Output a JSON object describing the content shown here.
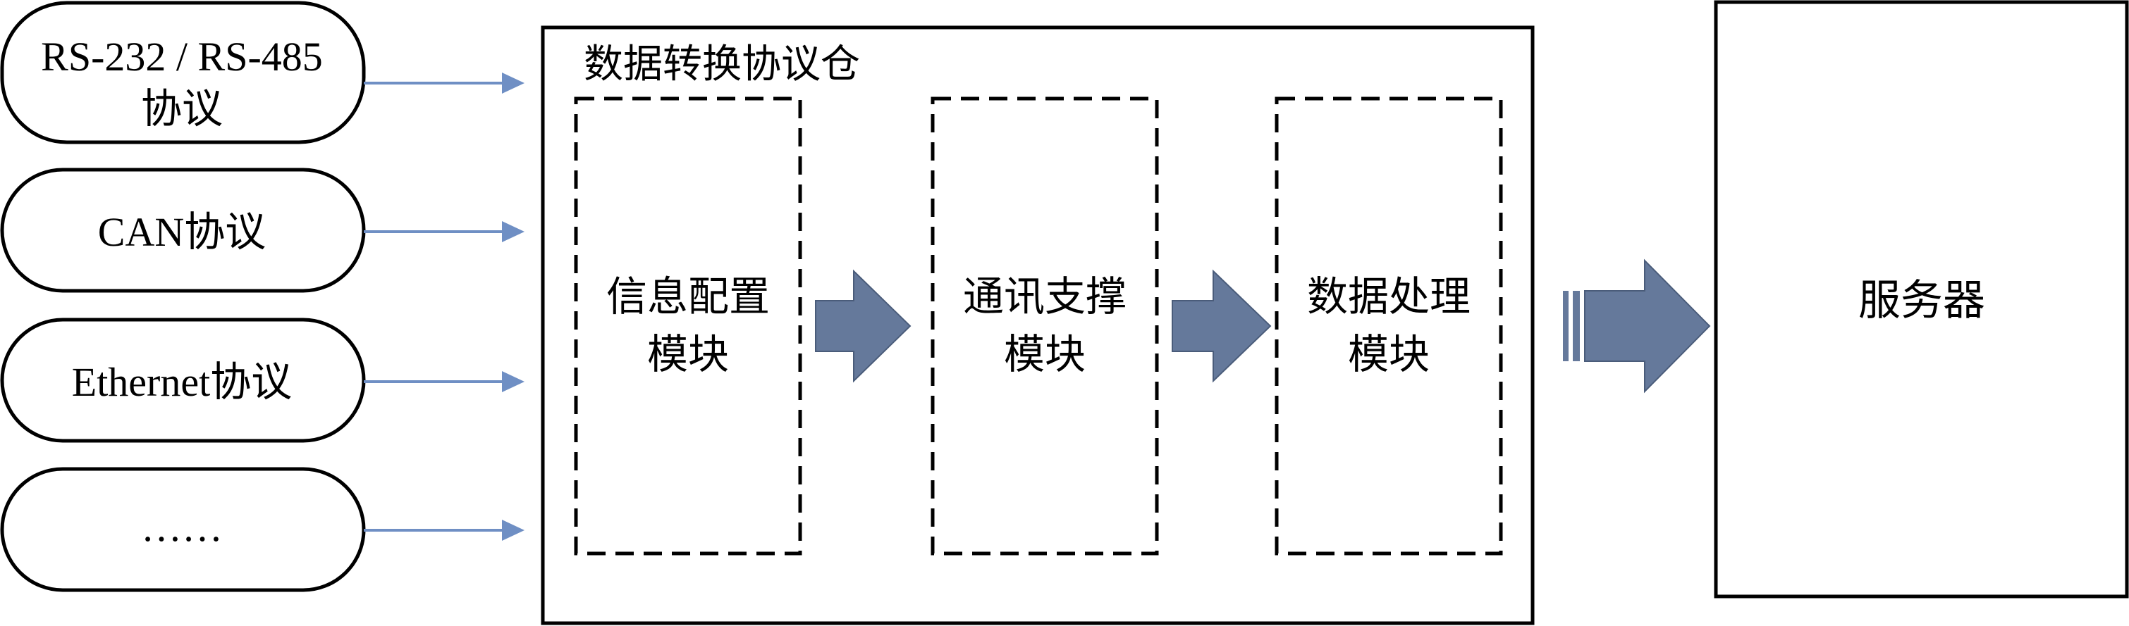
{
  "protocols": [
    {
      "line1": "RS-232 / RS-485",
      "line2": "协议"
    },
    {
      "label": "CAN协议"
    },
    {
      "label": "Ethernet协议"
    },
    {
      "label": "……"
    }
  ],
  "warehouse": {
    "title": "数据转换协议仓",
    "modules": [
      {
        "line1": "信息配置",
        "line2": "模块"
      },
      {
        "line1": "通讯支撑",
        "line2": "模块"
      },
      {
        "line1": "数据处理",
        "line2": "模块"
      }
    ]
  },
  "server": {
    "label": "服务器"
  },
  "colors": {
    "connector_line": "#6f8fc4",
    "block_arrow": "#65799b",
    "outline": "#000000"
  }
}
